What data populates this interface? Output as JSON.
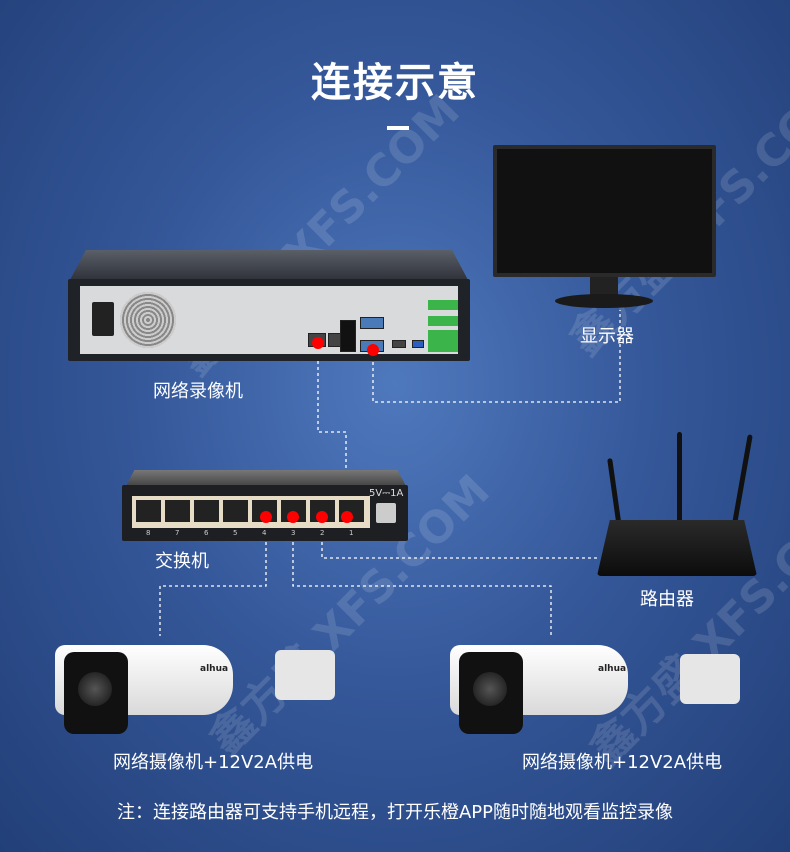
{
  "title": "连接示意",
  "watermark": "鑫方盛 XFS.COM",
  "devices": {
    "nvr": "网络录像机",
    "monitor": "显示器",
    "switch": "交换机",
    "router": "路由器",
    "camera_left": "网络摄像机+12V2A供电",
    "camera_right": "网络摄像机+12V2A供电"
  },
  "switch_power": "5V⎓1A",
  "switch_ports": [
    "8",
    "7",
    "6",
    "5",
    "4",
    "3",
    "2",
    "1"
  ],
  "camera_brand": "alhua",
  "note": "注：连接路由器可支持手机远程，打开乐橙APP随时随地观看监控录像",
  "colors": {
    "connection_dot": "#ff0000",
    "line": "#ffffff"
  }
}
